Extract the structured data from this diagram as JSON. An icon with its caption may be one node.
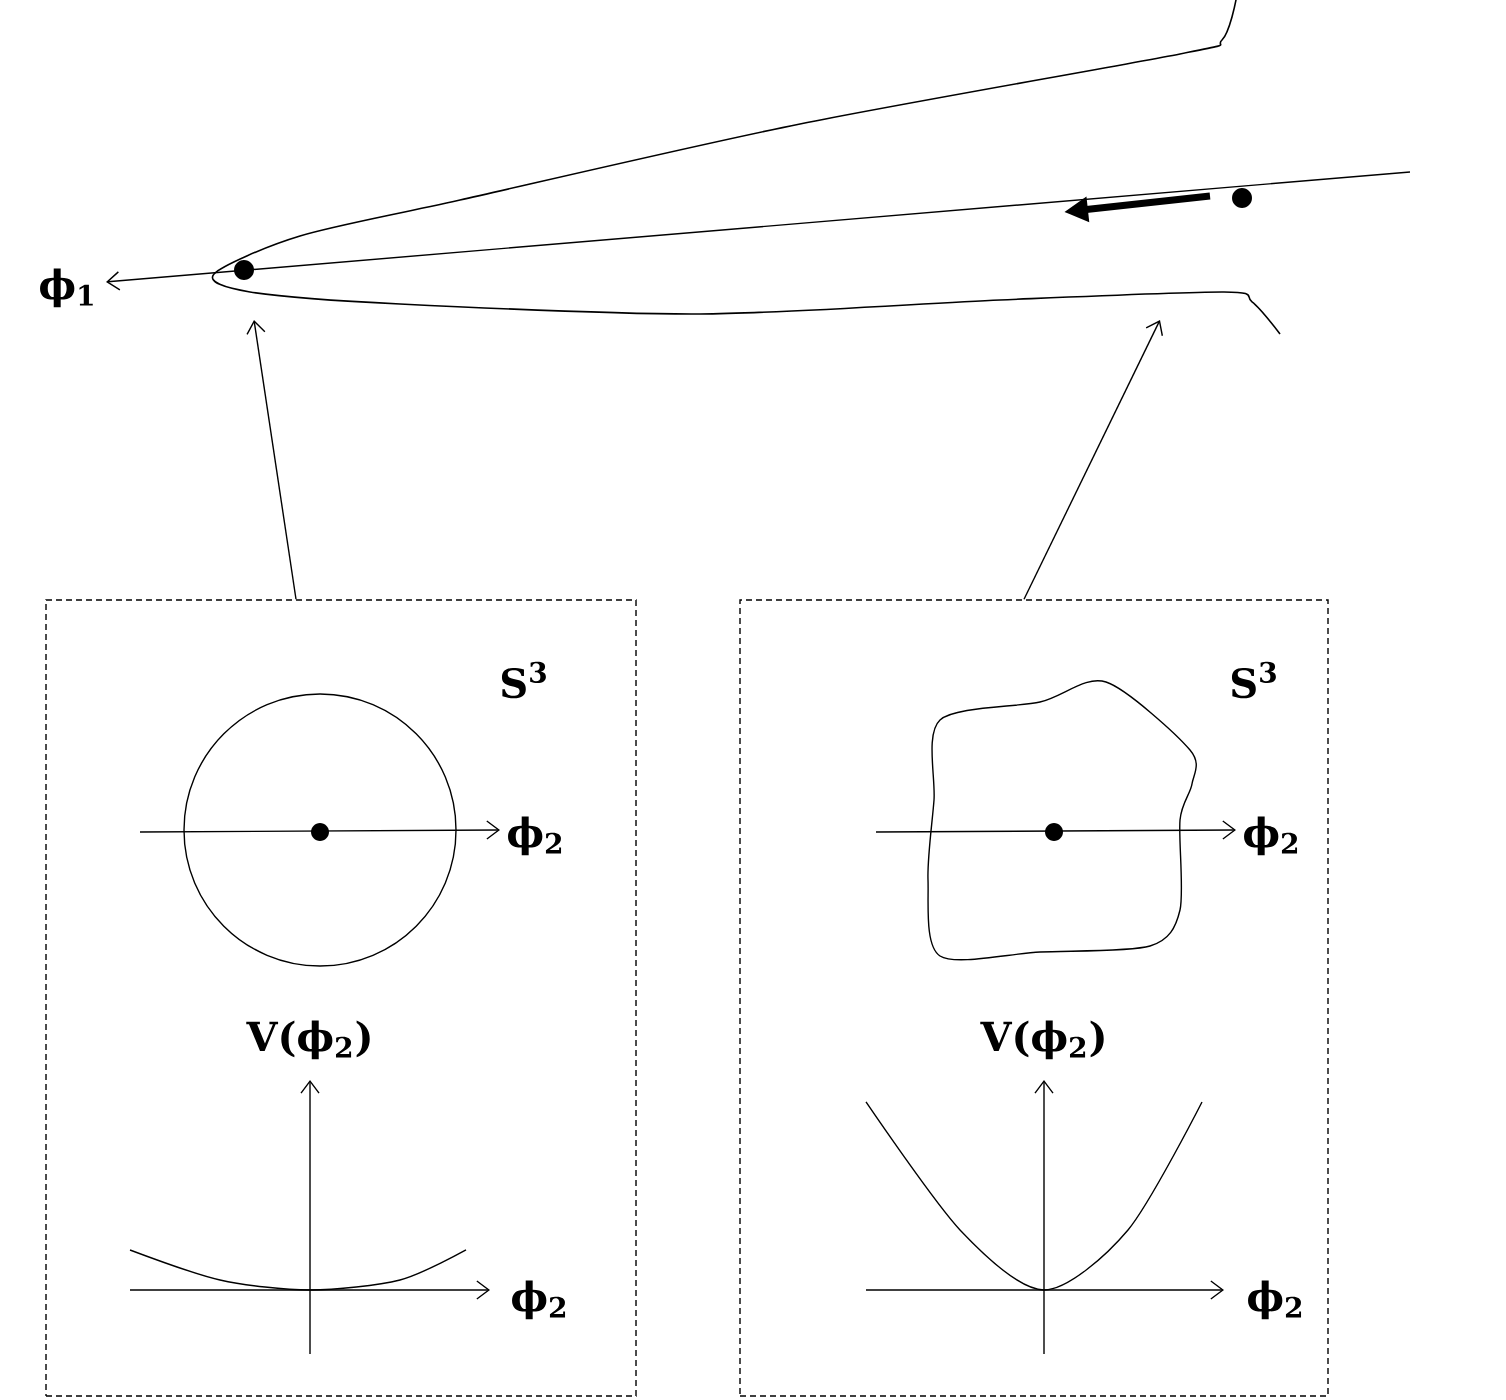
{
  "diagram": {
    "nodes": [
      {
        "text": [],
        "shape": "box"
      },
      {
        "text": [],
        "shape": "box"
      }
    ],
    "edges": [
      {
        "from": 0,
        "to": null,
        "arrow": "to"
      },
      {
        "from": 1,
        "to": null,
        "arrow": "to"
      }
    ],
    "labels": [
      "ϕ$_{1}$",
      "S$^{3}$",
      "ϕ$_{2}$",
      "V(ϕ$_{2}$)",
      "ϕ$_{2}$",
      "S$^{3}$",
      "ϕ$_{2}$",
      "V(ϕ$_{2}$)",
      "ϕ$_{2}$"
    ]
  }
}
